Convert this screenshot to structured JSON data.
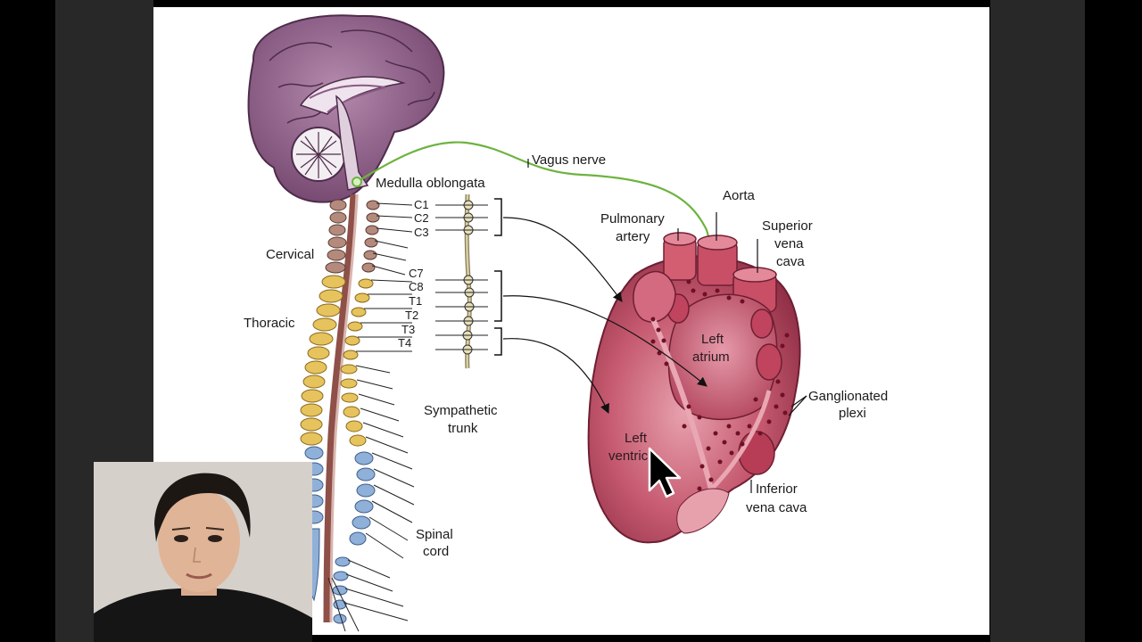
{
  "slide": {
    "labels": {
      "vagus_nerve": "Vagus nerve",
      "medulla": "Medulla oblongata",
      "c1": "C1",
      "c2": "C2",
      "c3": "C3",
      "c7": "C7",
      "c8": "C8",
      "t1": "T1",
      "t2": "T2",
      "t3": "T3",
      "t4": "T4",
      "cervical": "Cervical",
      "thoracic": "Thoracic",
      "sympathetic_l1": "Sympathetic",
      "sympathetic_l2": "trunk",
      "spinal_l1": "Spinal",
      "spinal_l2": "cord",
      "aorta": "Aorta",
      "pulmonary_l1": "Pulmonary",
      "pulmonary_l2": "artery",
      "svc_l1": "Superior",
      "svc_l2": "vena",
      "svc_l3": "cava",
      "left_atrium_l1": "Left",
      "left_atrium_l2": "atrium",
      "ganglionated_l1": "Ganglionated",
      "ganglionated_l2": "plexi",
      "left_ventricle_l1": "Left",
      "left_ventricle_l2": "ventricle",
      "ivc_l1": "Inferior",
      "ivc_l2": "vena cava"
    }
  },
  "colors": {
    "vagus": "#6db33f",
    "brain": "#8a5a83",
    "heart": "#b8475e",
    "cervical_vertebra": "#b48a7d",
    "thoracic_vertebra": "#e6c35c",
    "lumbar_vertebra": "#8fb0d8"
  }
}
